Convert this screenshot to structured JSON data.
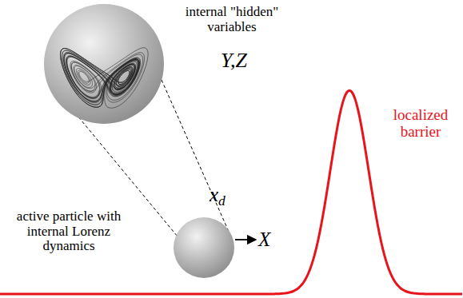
{
  "diagram": {
    "labels": [
      "internal \"hidden\" variables",
      "Y,Z",
      "localized barrier",
      "active particle with internal Lorenz dynamics",
      "xd",
      "X"
    ]
  }
}
